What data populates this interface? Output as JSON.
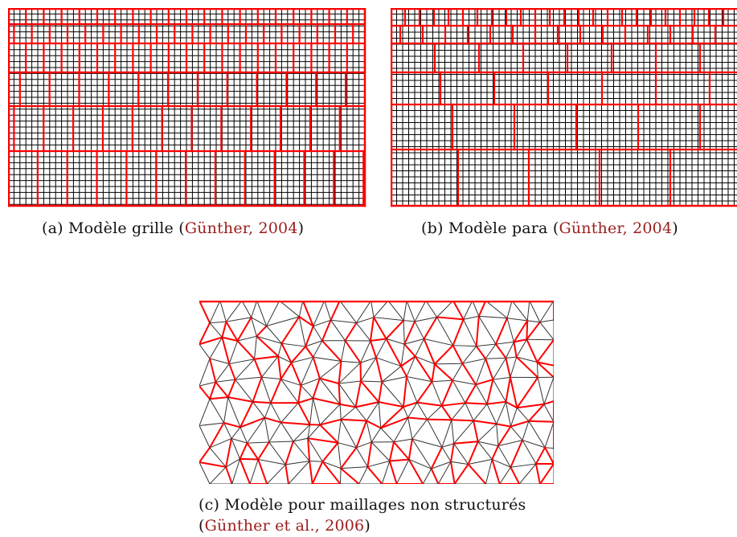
{
  "panels": {
    "a": {
      "caption_prefix": "(a) Modèle grille (",
      "caption_ref": "Günther, 2004",
      "caption_suffix": ")"
    },
    "b": {
      "caption_prefix": "(b) Modèle para (",
      "caption_ref": "Günther, 2004",
      "caption_suffix": ")"
    },
    "c": {
      "caption_line1": "(c) Modèle pour maillages non structurés",
      "caption_line2_prefix": "(",
      "caption_line2_ref": "Günther et al., 2006",
      "caption_line2_suffix": ")"
    }
  },
  "colors": {
    "grid_line": "#000000",
    "partition_line": "#ff0000",
    "reference_text": "#9b1d1d",
    "caption_text": "#111111"
  }
}
